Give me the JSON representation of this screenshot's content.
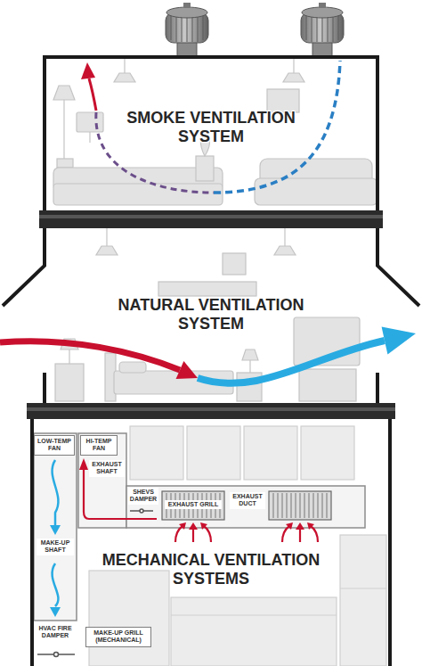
{
  "diagram": {
    "nodes": [
      {
        "text": [
          "SMOKE VENTILATION SYSTEM"
        ]
      },
      {
        "text": [
          "NATURAL VENTILATION SYSTEM"
        ]
      },
      {
        "text": [
          "MECHANICAL VENTILATION SYSTEMS"
        ]
      },
      {
        "text": [
          "LOW-TEMP FAN"
        ],
        "in": 2
      },
      {
        "text": [
          "HI-TEMP FAN"
        ],
        "in": 2
      },
      {
        "text": [
          "MAKE-UP GRILL (MECHANICAL)"
        ],
        "in": 2
      }
    ],
    "labels": [
      "EXHAUST SHAFT",
      "SHEVS DAMPER",
      "EXHAUST GRILL",
      "EXHAUST DUCT",
      "MAKE-UP SHAFT",
      "HVAC FIRE DAMPER"
    ]
  }
}
